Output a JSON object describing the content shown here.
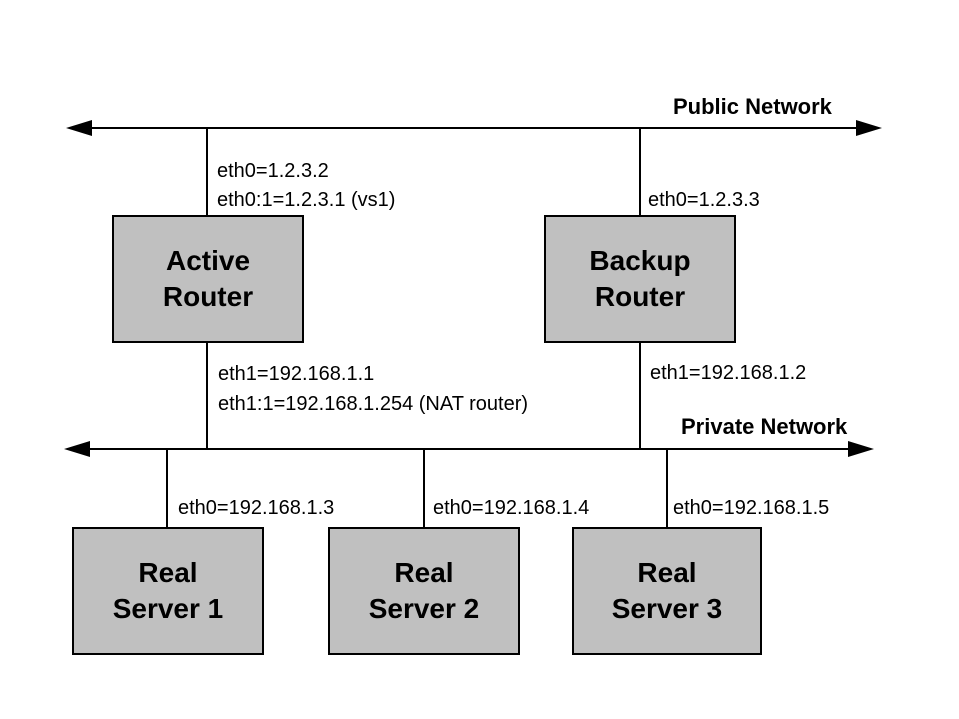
{
  "colors": {
    "background": "#ffffff",
    "node_fill": "#c0c0c0",
    "line_color": "#000000"
  },
  "networks": {
    "public": {
      "label": "Public Network"
    },
    "private": {
      "label": "Private Network"
    }
  },
  "routers": {
    "active": {
      "name_line1": "Active",
      "name_line2": "Router",
      "public_interfaces": [
        "eth0=1.2.3.2",
        "eth0:1=1.2.3.1 (vs1)"
      ],
      "private_interfaces": [
        "eth1=192.168.1.1",
        "eth1:1=192.168.1.254 (NAT router)"
      ]
    },
    "backup": {
      "name_line1": "Backup",
      "name_line2": "Router",
      "public_interfaces": [
        "eth0=1.2.3.3"
      ],
      "private_interfaces": [
        "eth1=192.168.1.2"
      ]
    }
  },
  "servers": [
    {
      "name_line1": "Real",
      "name_line2": "Server 1",
      "interface": "eth0=192.168.1.3"
    },
    {
      "name_line1": "Real",
      "name_line2": "Server 2",
      "interface": "eth0=192.168.1.4"
    },
    {
      "name_line1": "Real",
      "name_line2": "Server 3",
      "interface": "eth0=192.168.1.5"
    }
  ]
}
